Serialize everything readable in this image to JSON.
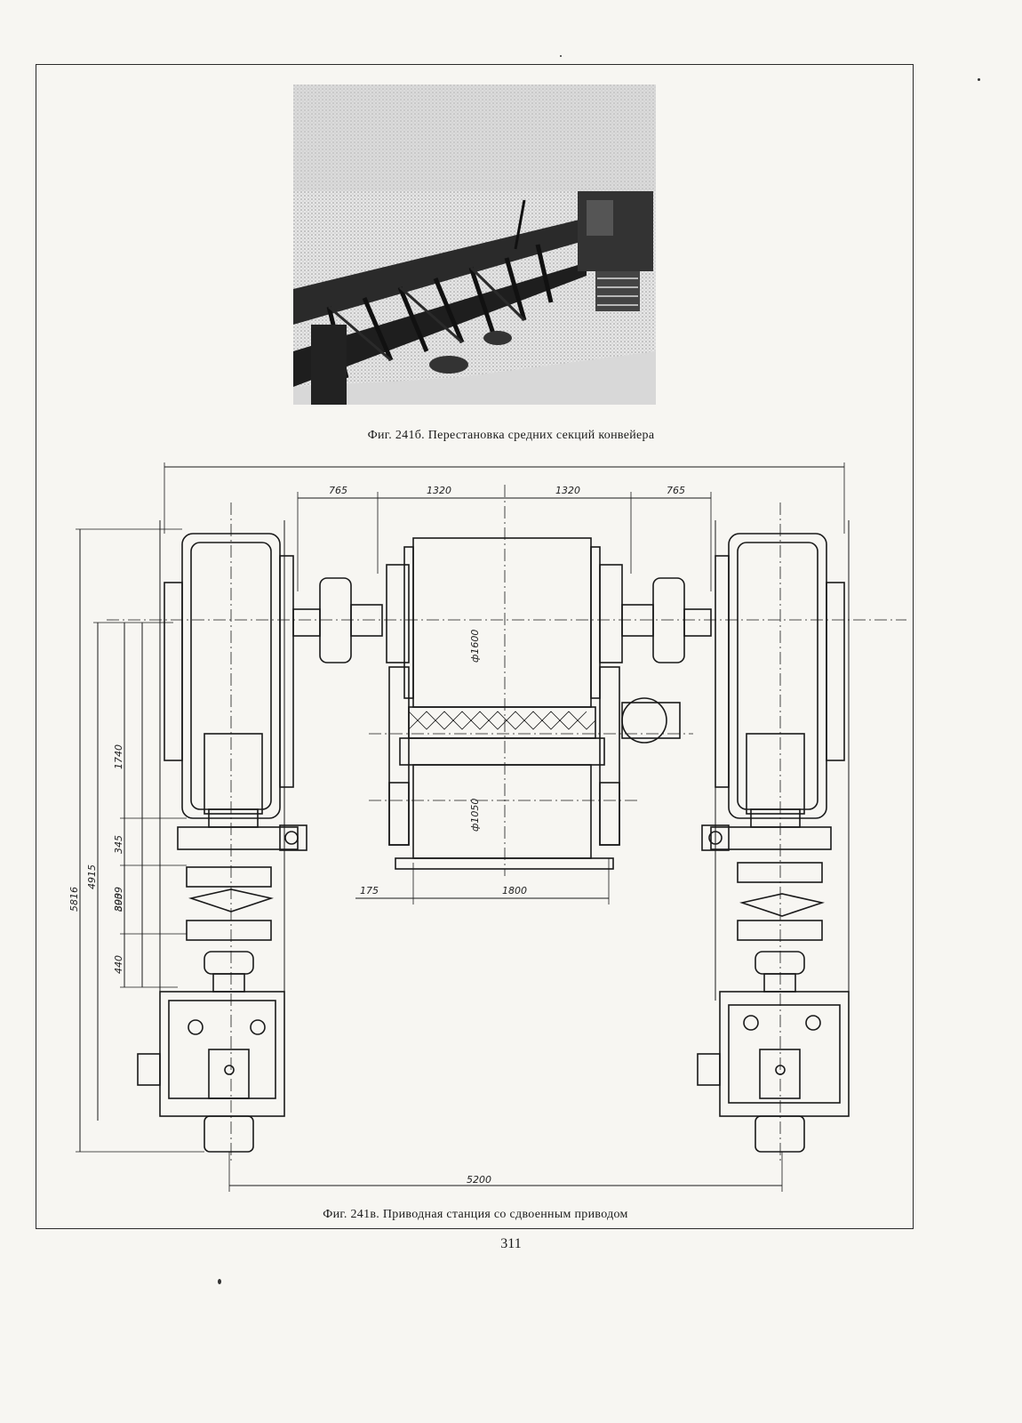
{
  "figures": {
    "photo_caption": "Фиг. 241б. Перестановка средних секций конвейера",
    "drawing_caption": "Фиг. 241в. Приводная станция со сдвоенным приводом"
  },
  "dimensions": {
    "top_left_offset": "765",
    "top_mid_left": "1320",
    "top_mid_right": "1320",
    "top_right_offset": "765",
    "drum_upper_diameter": "ф1600",
    "drum_lower_diameter": "ф1050",
    "frame_offset": "175",
    "frame_width": "1800",
    "overall_height": "5816",
    "height_4915": "4915",
    "height_3939": "3939",
    "height_1740": "1740",
    "height_345": "345",
    "height_800": "800",
    "height_440": "440",
    "bottom_span": "5200"
  },
  "page": {
    "number": "311"
  },
  "colors": {
    "ink": "#1a1a1a",
    "paper": "#f7f6f2"
  }
}
